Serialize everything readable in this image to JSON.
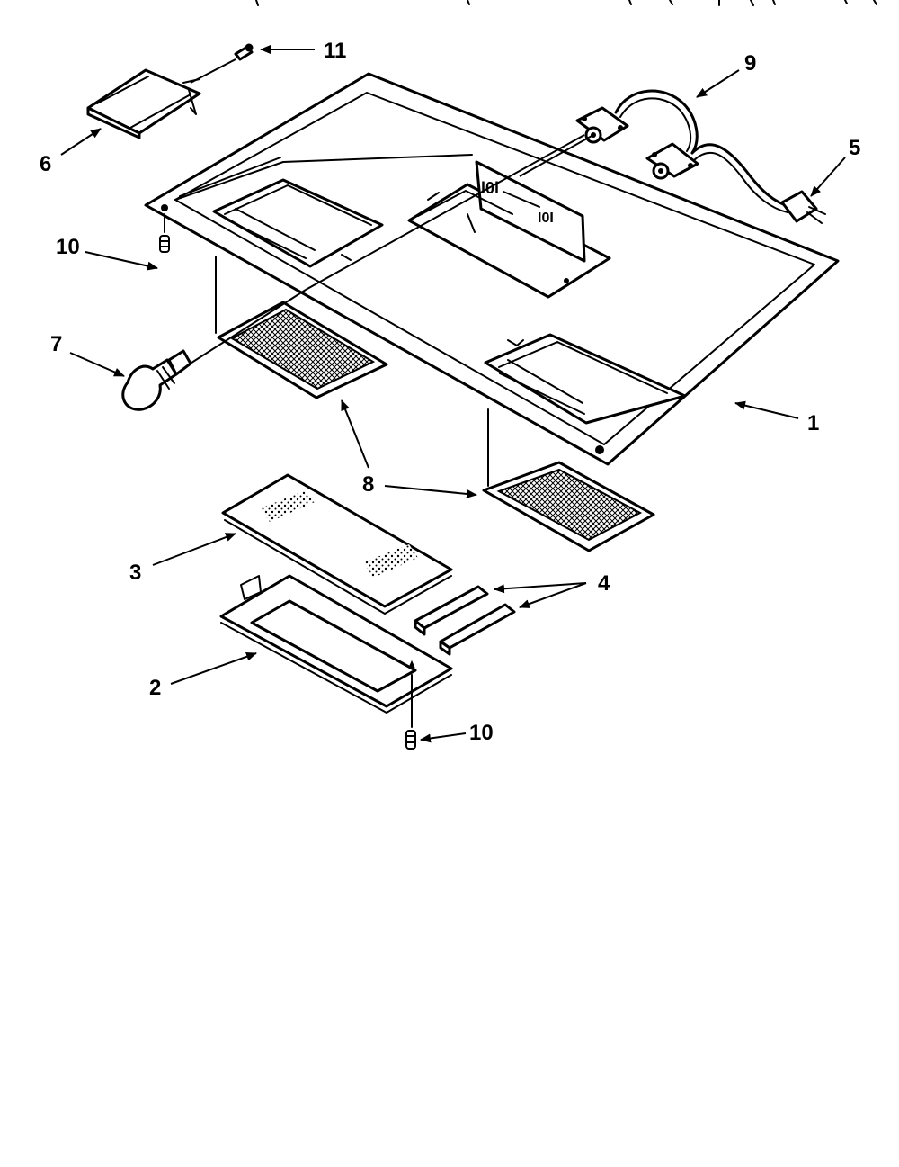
{
  "diagram": {
    "callouts": {
      "c1": "1",
      "c2": "2",
      "c3": "3",
      "c4": "4",
      "c5": "5",
      "c6": "6",
      "c7": "7",
      "c8a": "8",
      "c9": "9",
      "c10a": "10",
      "c10b": "10",
      "c11": "11"
    }
  }
}
